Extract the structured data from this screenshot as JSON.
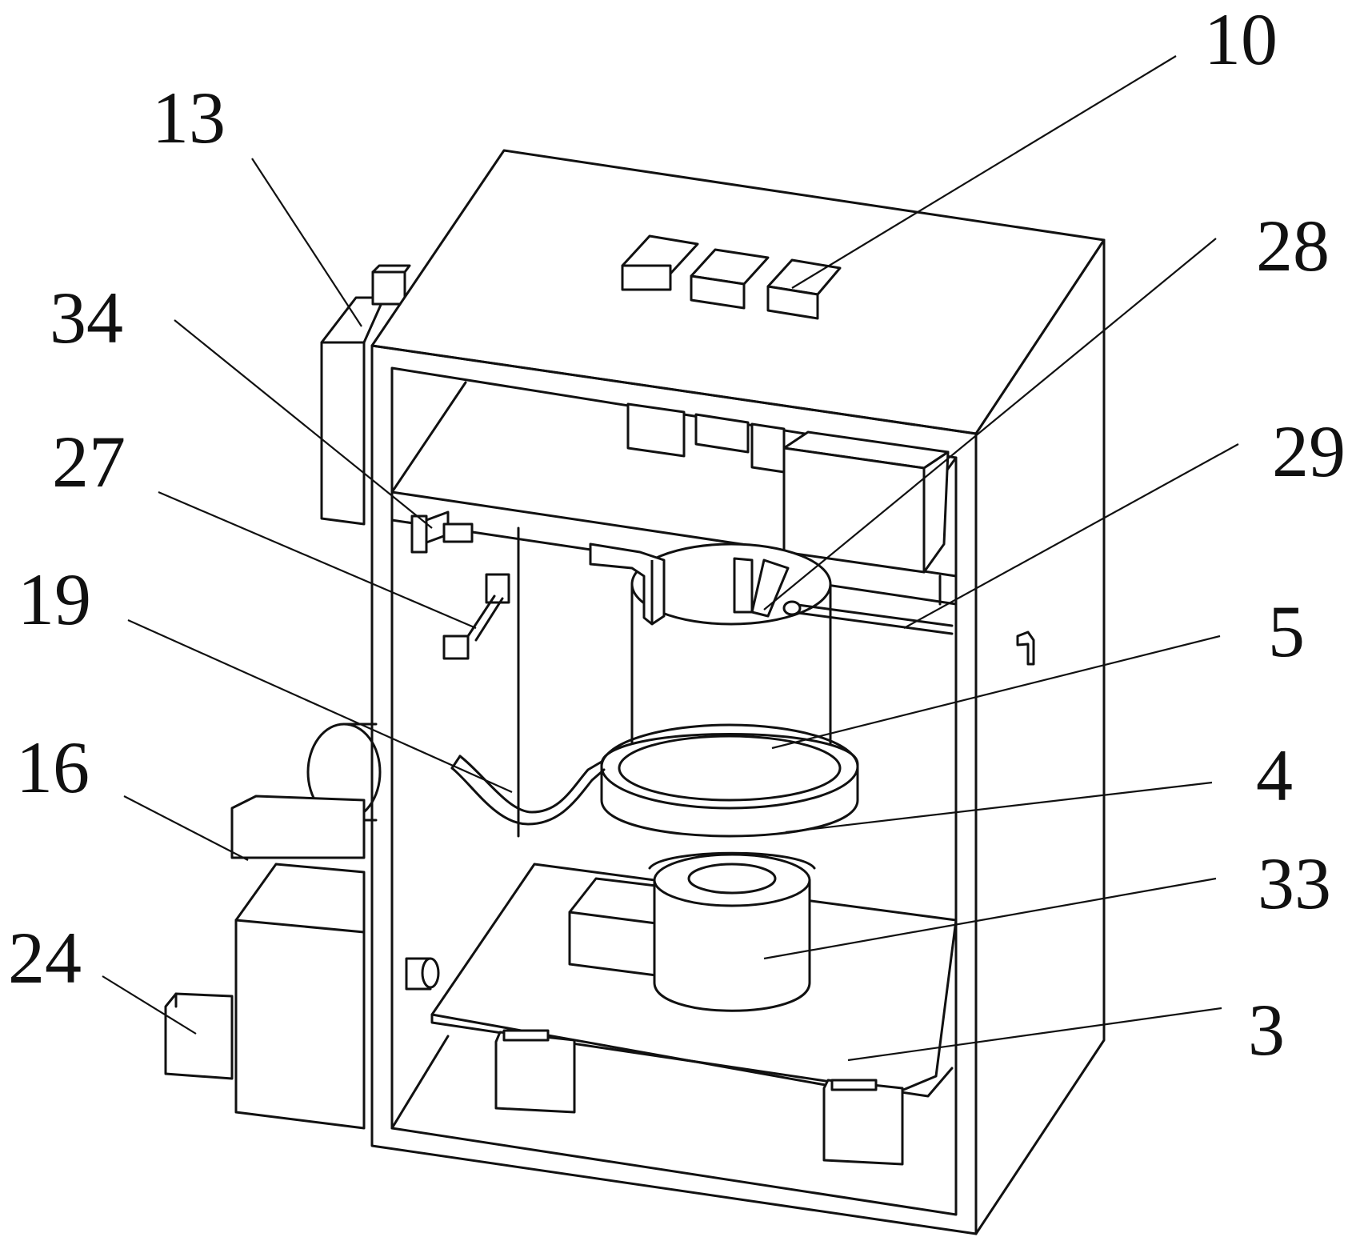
{
  "labels": {
    "l13": "13",
    "l10": "10",
    "l34": "34",
    "l28": "28",
    "l27": "27",
    "l29": "29",
    "l19": "19",
    "l5": "5",
    "l16": "16",
    "l4": "4",
    "l33": "33",
    "l24": "24",
    "l3": "3"
  }
}
